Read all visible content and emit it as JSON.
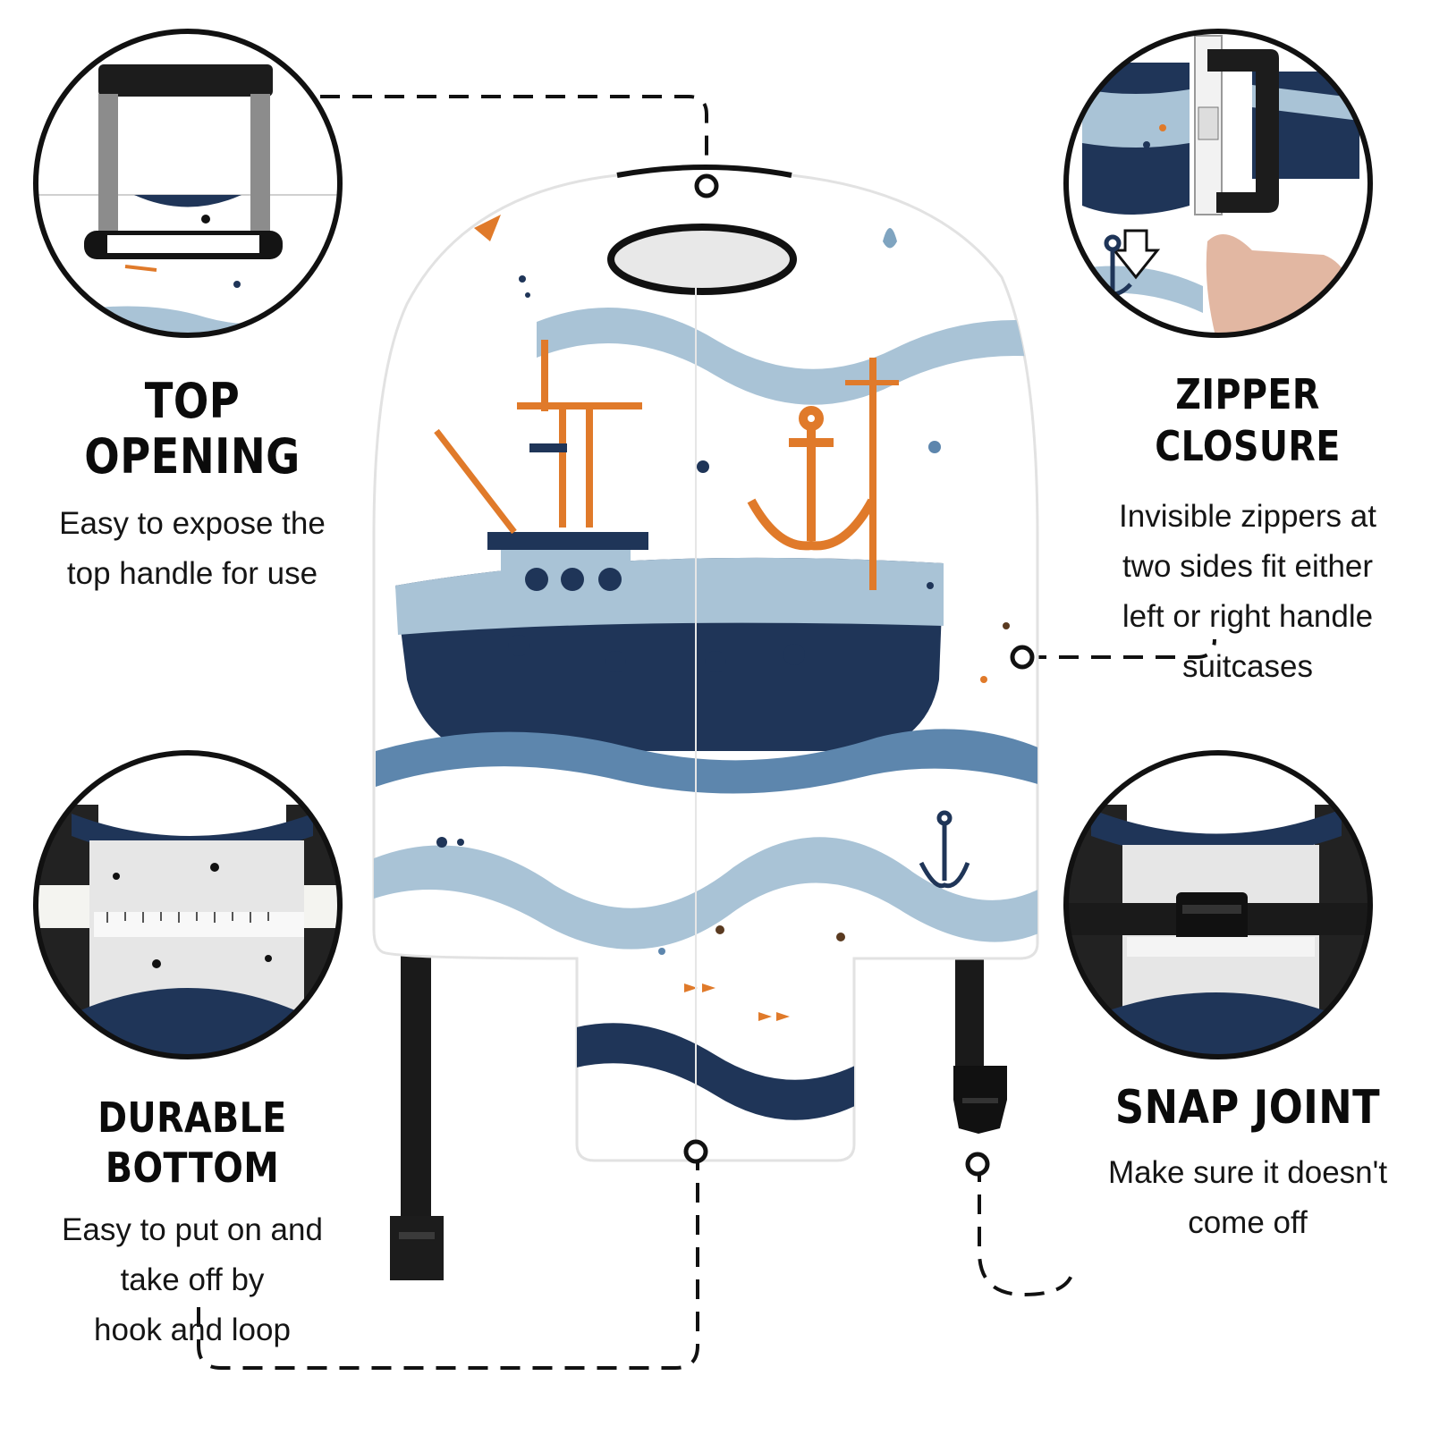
{
  "features": {
    "top_opening": {
      "title": "TOP OPENING",
      "lines": [
        "Easy to expose the",
        "top handle for use"
      ]
    },
    "zipper_closure": {
      "title": "ZIPPER CLOSURE",
      "lines": [
        "Invisible zippers at",
        "two sides fit either",
        "left or right handle",
        "suitcases"
      ]
    },
    "durable_bottom": {
      "title": "DURABLE BOTTOM",
      "lines": [
        "Easy to put on and",
        "take off by",
        "hook and loop"
      ]
    },
    "snap_joint": {
      "title": "SNAP JOINT",
      "lines": [
        "Make sure it doesn't",
        "come off"
      ]
    }
  },
  "colors": {
    "navy": "#1f3558",
    "light_blue": "#a9c3d6",
    "mid_blue": "#5d86ad",
    "orange": "#e07a2a",
    "strap": "#1a1a1a"
  },
  "icons": [
    "ship-illustration",
    "anchor-icon",
    "buckle-icon",
    "handle-icon",
    "zipper-icon",
    "finger-icon",
    "arrow-down-icon"
  ]
}
